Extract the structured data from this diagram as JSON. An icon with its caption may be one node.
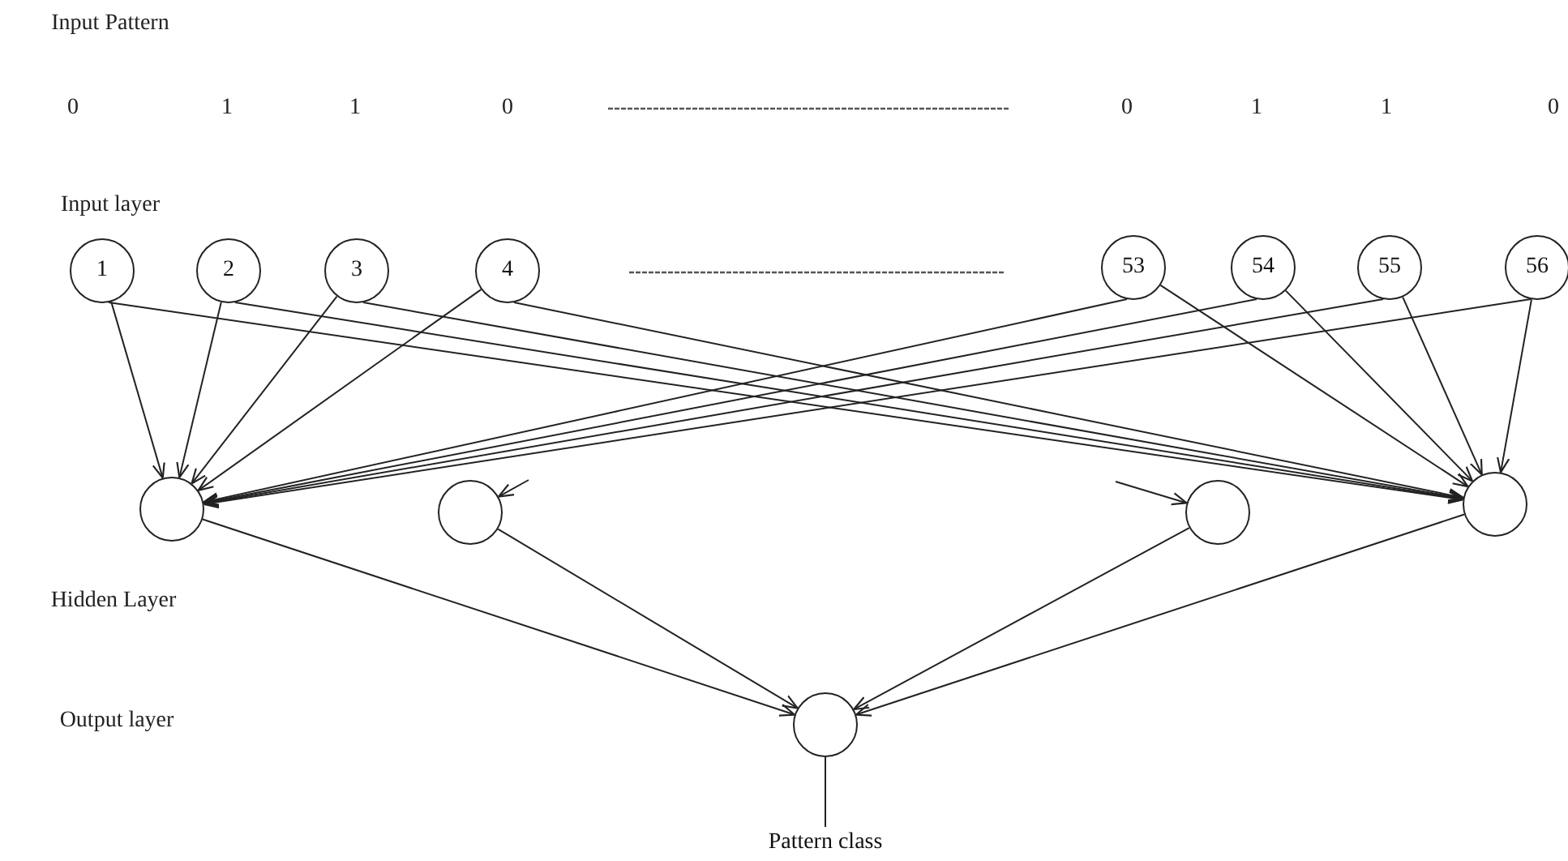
{
  "diagram": {
    "nodes": [
      {
        "text": [
          "1"
        ]
      },
      {
        "text": [
          "2"
        ]
      },
      {
        "text": [
          "3"
        ]
      },
      {
        "text": [
          "4"
        ]
      },
      {
        "text": [
          "53"
        ]
      },
      {
        "text": [
          "54"
        ]
      },
      {
        "text": [
          "55"
        ]
      },
      {
        "text": [
          "56"
        ]
      },
      {
        "text": [],
        "shape": "circle"
      },
      {
        "text": [],
        "shape": "circle"
      },
      {
        "text": [],
        "shape": "circle"
      },
      {
        "text": [],
        "shape": "circle"
      },
      {
        "text": [],
        "shape": "circle"
      },
      {
        "text": [
          "Pattern class"
        ]
      }
    ],
    "edges": [
      {
        "from": 0,
        "to": 8,
        "arrow": "to"
      },
      {
        "from": 1,
        "to": 8,
        "arrow": "to"
      },
      {
        "from": 2,
        "to": 8,
        "arrow": "to"
      },
      {
        "from": 3,
        "to": 8,
        "arrow": "to"
      },
      {
        "from": 4,
        "to": 8,
        "arrow": "to"
      },
      {
        "from": 5,
        "to": 8,
        "arrow": "to"
      },
      {
        "from": 6,
        "to": 8,
        "arrow": "to"
      },
      {
        "from": 7,
        "to": 8,
        "arrow": "to"
      },
      {
        "from": 0,
        "to": 11,
        "arrow": "to"
      },
      {
        "from": 1,
        "to": 11,
        "arrow": "to"
      },
      {
        "from": 2,
        "to": 11,
        "arrow": "to"
      },
      {
        "from": 3,
        "to": 11,
        "arrow": "to"
      },
      {
        "from": 4,
        "to": 11,
        "arrow": "to"
      },
      {
        "from": 5,
        "to": 11,
        "arrow": "to"
      },
      {
        "from": 6,
        "to": 11,
        "arrow": "to"
      },
      {
        "from": 7,
        "to": 11,
        "arrow": "to"
      },
      {
        "from": null,
        "to": 9,
        "arrow": "to"
      },
      {
        "from": null,
        "to": 10,
        "arrow": "to"
      },
      {
        "from": 8,
        "to": 12,
        "arrow": "to"
      },
      {
        "from": 9,
        "to": 12,
        "arrow": "to"
      },
      {
        "from": 10,
        "to": 12,
        "arrow": "to"
      },
      {
        "from": 11,
        "to": 12,
        "arrow": "to"
      },
      {
        "from": 12,
        "to": 13,
        "arrow": "none"
      }
    ],
    "labels": [
      "Input Pattern",
      "0",
      "1",
      "1",
      "0",
      "0",
      "1",
      "1",
      "0",
      "Input layer",
      "Hidden Layer",
      "Output layer"
    ]
  }
}
